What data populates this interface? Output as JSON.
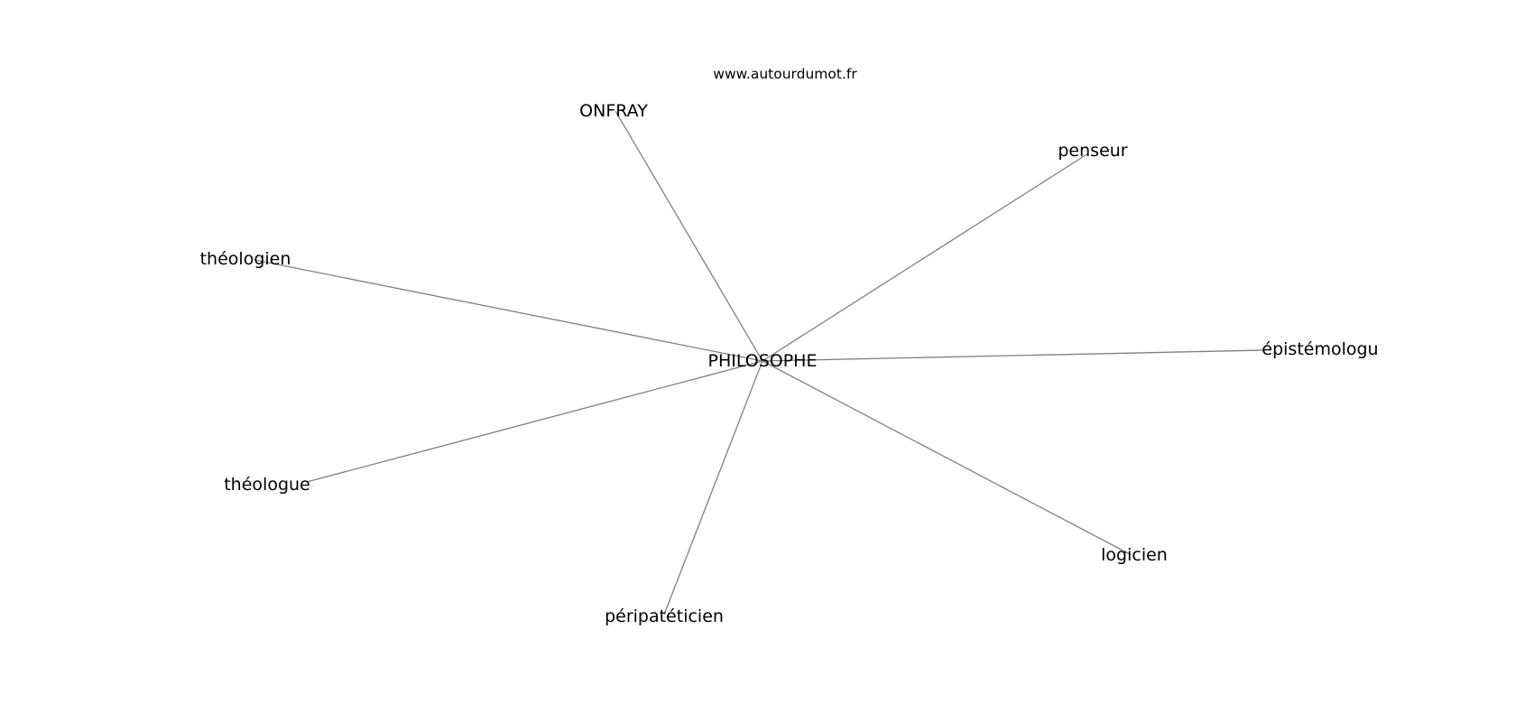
{
  "site": "www.autourdumot.fr",
  "graph": {
    "center": {
      "id": "center",
      "label": "PHILOSOPHE"
    },
    "nodes": [
      {
        "id": "onfray",
        "label": "ONFRAY"
      },
      {
        "id": "penseur",
        "label": "penseur"
      },
      {
        "id": "theologien",
        "label": "théologien"
      },
      {
        "id": "epistemologu",
        "label": "épistémologu"
      },
      {
        "id": "theologue",
        "label": "théologue"
      },
      {
        "id": "logicien",
        "label": "logicien"
      },
      {
        "id": "peripateticien",
        "label": "péripatéticien"
      }
    ],
    "edges": [
      {
        "from": "center",
        "to": "onfray"
      },
      {
        "from": "center",
        "to": "penseur"
      },
      {
        "from": "center",
        "to": "theologien"
      },
      {
        "from": "center",
        "to": "epistemologu"
      },
      {
        "from": "center",
        "to": "theologue"
      },
      {
        "from": "center",
        "to": "logicien"
      },
      {
        "from": "center",
        "to": "peripateticien"
      }
    ]
  }
}
